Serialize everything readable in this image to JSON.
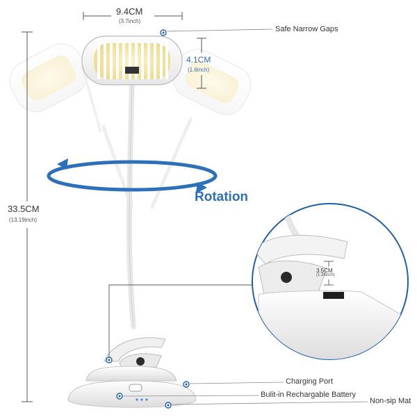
{
  "dimensions": {
    "width_main": "9.4CM",
    "width_sub": "(3.7inch)",
    "head_height_main": "4.1CM",
    "head_height_sub": "(1.6inch)",
    "total_height_main": "33.5CM",
    "total_height_sub": "(13.19inch)",
    "clip_height_main": "3.5CM",
    "clip_height_sub": "(1.38inch)"
  },
  "feature_label": "Rotation",
  "callouts": {
    "safe_gaps": "Safe Narrow Gaps",
    "charging_port": "Charging Port",
    "battery": "Bulit-in Rechargable Battery",
    "mat": "Non-sip Mat"
  },
  "colors": {
    "accent_blue": "#2d6fb8",
    "line_gray": "#666666",
    "device_white": "#f4f4f4",
    "blade_yellow": "#f3e6a0"
  }
}
